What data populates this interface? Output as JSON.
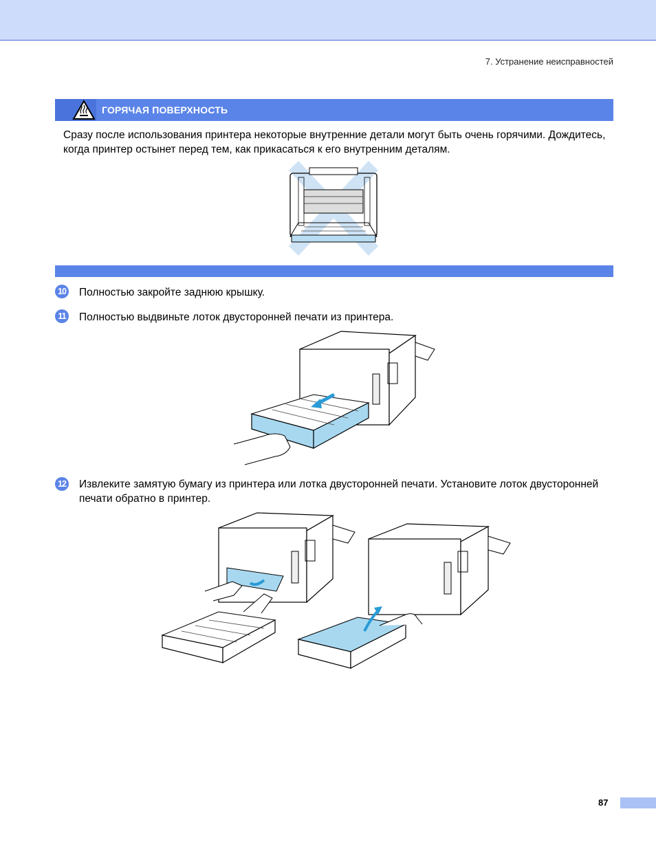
{
  "header": {
    "chapter": "7. Устранение неисправностей"
  },
  "warning": {
    "title": "ГОРЯЧАЯ ПОВЕРХНОСТЬ",
    "text": "Сразу после использования принтера некоторые внутренние детали могут быть очень горячими. Дождитесь, когда принтер остынет перед тем, как прикасаться к его внутренним деталям.",
    "icon": "hot-surface-icon"
  },
  "steps": [
    {
      "number": "10",
      "text": "Полностью закройте заднюю крышку."
    },
    {
      "number": "11",
      "text": "Полностью выдвиньте лоток двусторонней печати из принтера."
    },
    {
      "number": "12",
      "text": "Извлеките замятую бумагу из принтера или лотка двусторонней печати. Установите лоток двусторонней печати обратно в принтер."
    }
  ],
  "footer": {
    "page_number": "87"
  },
  "colors": {
    "accent": "#5b84e8",
    "header_band": "#cddcfb",
    "highlight": "#a8d8f0"
  }
}
